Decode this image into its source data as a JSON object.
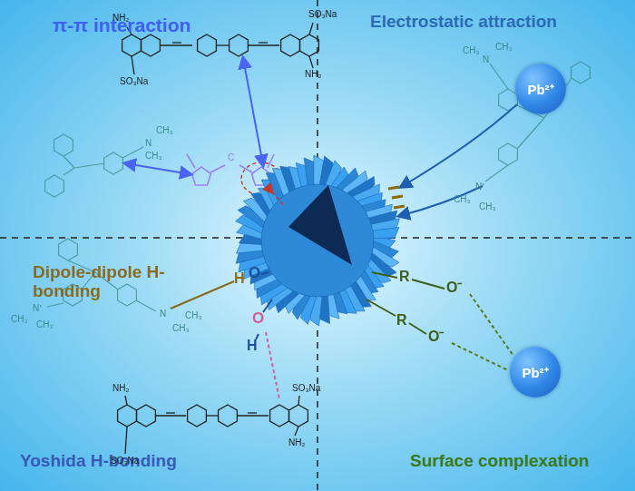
{
  "diagram": {
    "nodes": [
      {
        "text": [
          "Pb²⁺"
        ]
      },
      {
        "text": [
          "Pb²⁺"
        ]
      }
    ],
    "labels": [
      "π-π interaction",
      "Electrostatic attraction",
      "Dipole-dipole H-bonding",
      "Yoshida H-bonding",
      "Surface complexation",
      "NH₂",
      "SO₃Na",
      "SO₃Na",
      "NH₂",
      "NH₂",
      "SO₃Na",
      "SO₃Na",
      "NH₂",
      "C",
      "N",
      "CH₃",
      "CH₃",
      "CH₃",
      "N",
      "CH₃",
      "N⁺",
      "CH₃",
      "CH₃",
      "CH₃",
      "N⁺",
      "CH₃",
      "N",
      "CH₃",
      "CH₃",
      "O",
      "H",
      "O",
      "H",
      "R",
      "O⁻",
      "R",
      "O⁻"
    ]
  }
}
